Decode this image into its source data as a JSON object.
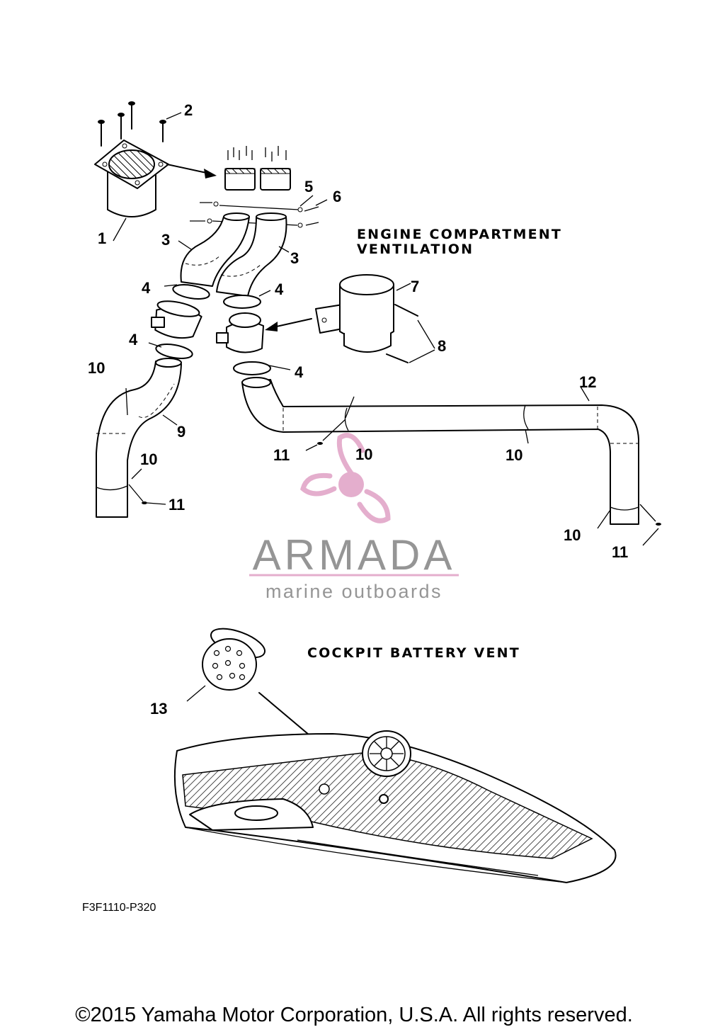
{
  "headings": {
    "engine": [
      "ENGINE COMPARTMENT",
      "VENTILATION"
    ],
    "cockpit": "COCKPIT BATTERY VENT"
  },
  "callouts": {
    "c1": "1",
    "c2": "2",
    "c3a": "3",
    "c3b": "3",
    "c4a": "4",
    "c4b": "4",
    "c4c": "4",
    "c4d": "4",
    "c5": "5",
    "c6": "6",
    "c7": "7",
    "c8": "8",
    "c9": "9",
    "c10a": "10",
    "c10b": "10",
    "c10c": "10",
    "c10d": "10",
    "c10e": "10",
    "c11a": "11",
    "c11b": "11",
    "c11c": "11",
    "c12": "12",
    "c13": "13"
  },
  "watermark": {
    "brand": "ARMADA",
    "tagline": "marine outboards",
    "accent_color": "#e2a6c8"
  },
  "figure_code": "F3F1110-P320",
  "copyright": "©2015 Yamaha Motor Corporation, U.S.A. All rights reserved."
}
